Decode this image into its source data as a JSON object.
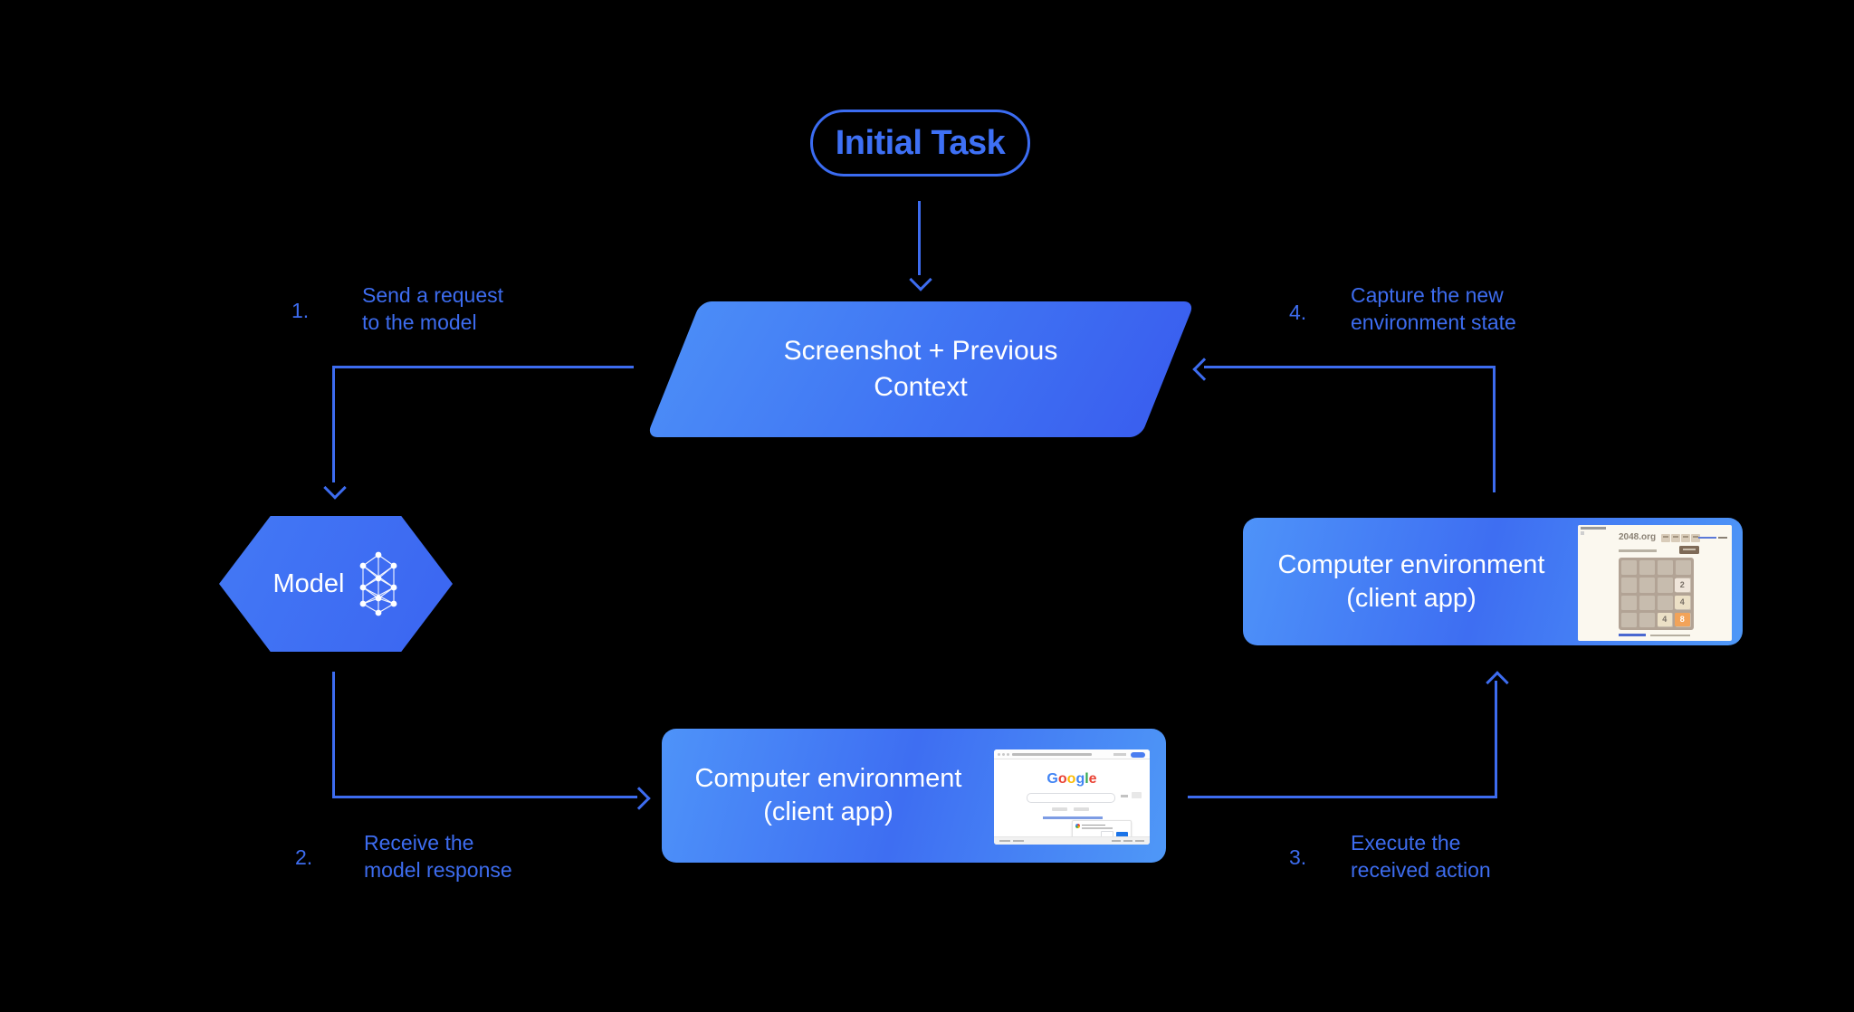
{
  "colors": {
    "background": "#000000",
    "accent_blue": "#3D6CEF",
    "shape_text": "#FFFFFF",
    "shape_gradient_light": "#4E93F9",
    "shape_gradient_dark": "#3A5FEF",
    "tile8_orange": "#F2A359"
  },
  "initial_task": {
    "label": "Initial Task"
  },
  "screenshot_context": {
    "line1": "Screenshot + Previous",
    "line2": "Context"
  },
  "model": {
    "label": "Model"
  },
  "env_client_bottom": {
    "line1": "Computer environment",
    "line2": "(client app)"
  },
  "env_client_right": {
    "line1": "Computer environment",
    "line2": "(client app)"
  },
  "steps": {
    "s1": {
      "num": "1.",
      "line1": "Send a request",
      "line2": "to the model"
    },
    "s2": {
      "num": "2.",
      "line1": "Receive the",
      "line2": "model response"
    },
    "s3": {
      "num": "3.",
      "line1": "Execute the",
      "line2": "received action"
    },
    "s4": {
      "num": "4.",
      "line1": "Capture the new",
      "line2": "environment state"
    }
  },
  "google_screenshot": {
    "logo": [
      {
        "ch": "G",
        "color": "#4285F4"
      },
      {
        "ch": "o",
        "color": "#EA4335"
      },
      {
        "ch": "o",
        "color": "#FBBC05"
      },
      {
        "ch": "g",
        "color": "#4285F4"
      },
      {
        "ch": "l",
        "color": "#34A853"
      },
      {
        "ch": "e",
        "color": "#EA4335"
      }
    ]
  },
  "game_screenshot": {
    "title": "2048.org",
    "tiles": [
      {
        "value": "2"
      },
      {
        "value": "4"
      },
      {
        "value": "4"
      },
      {
        "value": "8"
      }
    ]
  }
}
